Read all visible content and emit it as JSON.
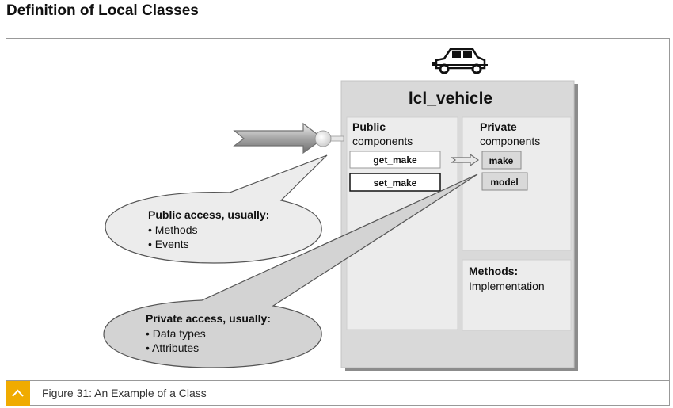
{
  "page": {
    "title": "Definition of Local Classes"
  },
  "diagram": {
    "icon": "vintage-car-icon",
    "class_name": "lcl_vehicle",
    "public_section": {
      "title_bold": "Public",
      "title_rest": "components",
      "methods": [
        "get_make",
        "set_make"
      ]
    },
    "private_section": {
      "title_bold": "Private",
      "title_rest": "components",
      "attributes": [
        "make",
        "model"
      ]
    },
    "implementation_section": {
      "title_bold": "Methods:",
      "title_rest": "Implementation"
    },
    "public_callout": {
      "title": "Public access, usually:",
      "items": [
        "• Methods",
        "• Events"
      ]
    },
    "private_callout": {
      "title": "Private access, usually:",
      "items": [
        "• Data types",
        "• Attributes"
      ]
    },
    "colors": {
      "class_box": "#d9d9d9",
      "section_box": "#ececec",
      "public_bubble": "#ececec",
      "private_bubble": "#d3d3d3",
      "caption_accent": "#f0ab00"
    }
  },
  "caption": {
    "text": "Figure 31: An Example of a Class",
    "toggle_icon": "chevron-up-icon"
  }
}
